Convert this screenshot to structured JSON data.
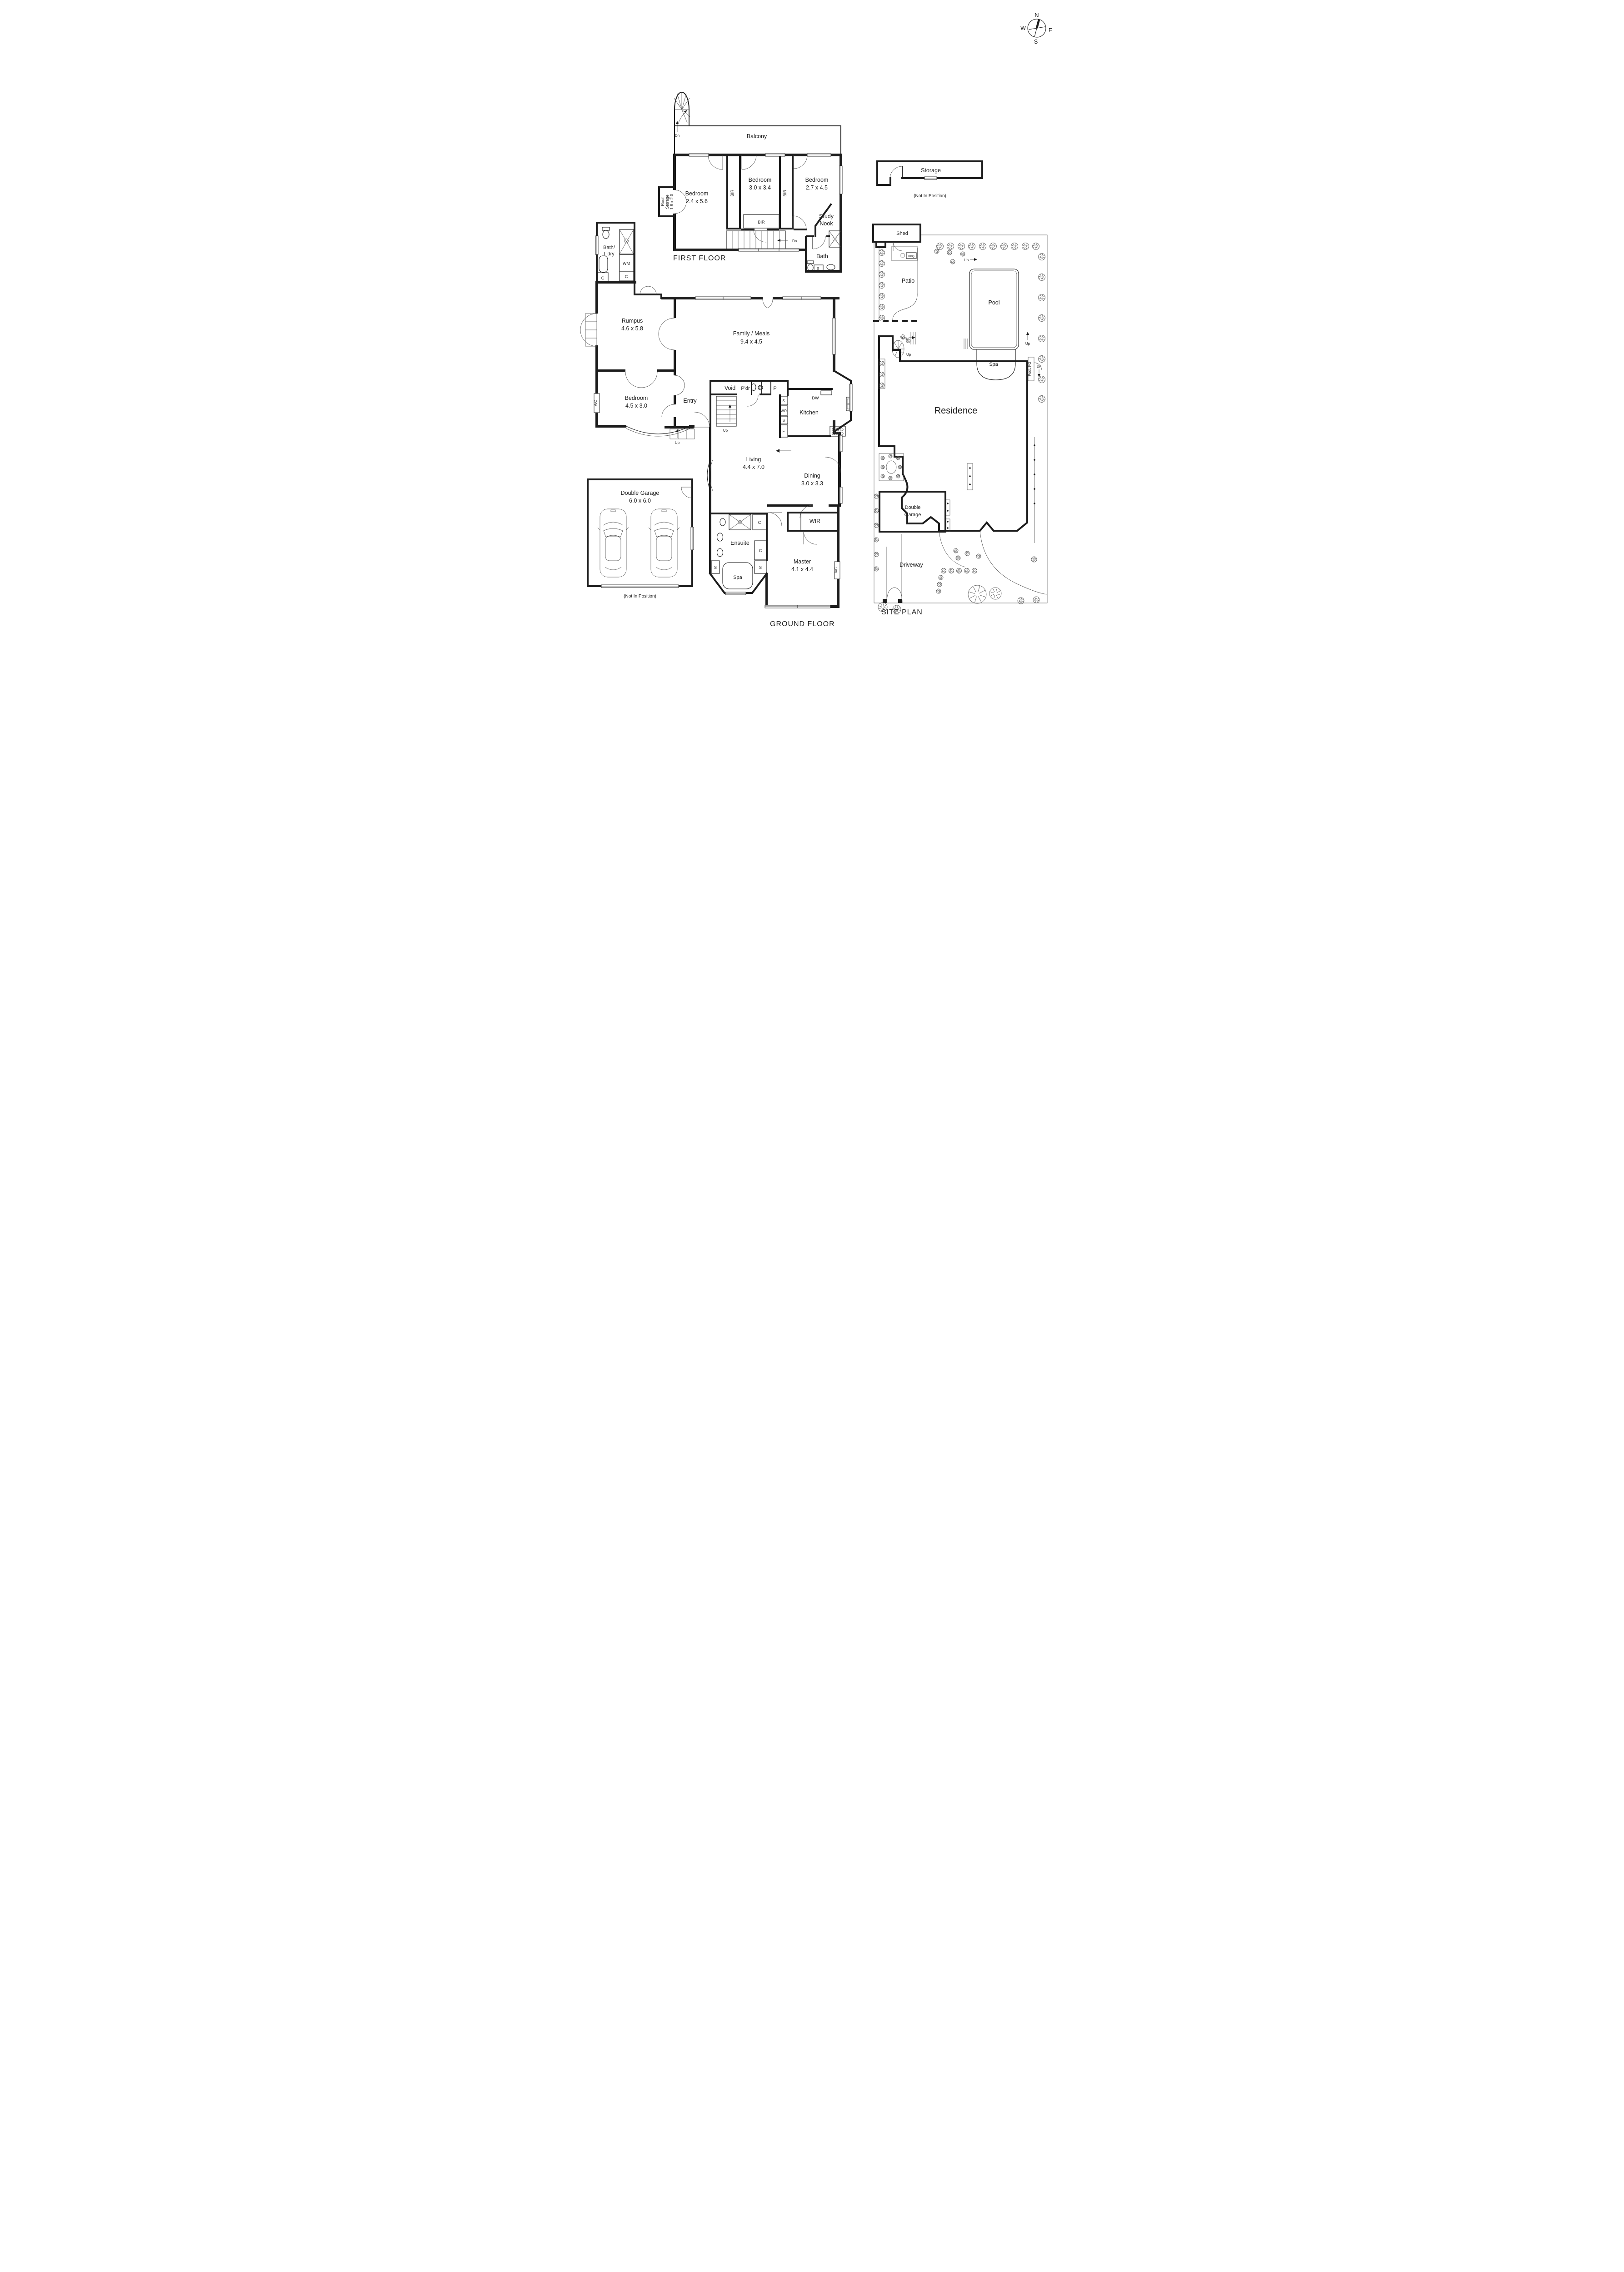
{
  "page": {
    "background": "#ffffff",
    "line_color": "#1c1c1c"
  },
  "compass": {
    "n": "N",
    "e": "E",
    "s": "S",
    "w": "W"
  },
  "ff": {
    "title": "FIRST FLOOR",
    "balcony": "Balcony",
    "dn_spiral": "Dn",
    "dn_stairs": "Dn",
    "roof1": "Roof",
    "roof2": "Storage",
    "roof3": "1.8 x 2.0",
    "bed1": "Bedroom",
    "bed1d": "2.4 x 5.6",
    "bed2": "Bedroom",
    "bed2d": "3.0 x 3.4",
    "bed3": "Bedroom",
    "bed3d": "2.7 x 4.5",
    "bir1": "BIR",
    "bir2": "BIR",
    "bir3": "BIR",
    "study1": "Study",
    "study2": "Nook",
    "bath": "Bath",
    "s": "S"
  },
  "annex": {
    "label": "Storage",
    "note": "(Not In Position)"
  },
  "gf": {
    "title": "GROUND FLOOR",
    "bath1": "Bath/",
    "bath2": "L'dry",
    "wm": "WM",
    "c1": "C",
    "c2": "C",
    "rumpus": "Rumpus",
    "rumpusd": "4.6 x 5.8",
    "family": "Family / Meals",
    "familyd": "9.4 x 4.5",
    "bed": "Bedroom",
    "bedd": "4.5 x 3.0",
    "ac1": "A/C",
    "entry": "Entry",
    "up1": "Up",
    "void": "Void",
    "pdr": "P'dr",
    "p": "P",
    "up2": "Up",
    "kitchen": "Kitchen",
    "dw": "DW",
    "s1": "S",
    "wo": "WO",
    "s2": "S",
    "f": "F",
    "living": "Living",
    "livingd": "4.4 x 7.0",
    "dining": "Dining",
    "diningd": "3.0 x 3.3",
    "wir": "WIR",
    "ensuite": "Ensuite",
    "c3": "C",
    "c4": "C",
    "s3": "S",
    "s4": "S",
    "spa": "Spa",
    "master": "Master",
    "masterd": "4.1 x 4.4",
    "ac2": "A/C",
    "garage": "Double Garage",
    "garaged": "6.0 x 6.0",
    "note": "(Not In Position)"
  },
  "site": {
    "title": "SITE PLAN",
    "shed": "Shed",
    "bbq": "BBQ",
    "patio": "Patio",
    "pool": "Pool",
    "spa": "Spa",
    "residence": "Residence",
    "garage1": "Double",
    "garage2": "Garage",
    "driveway": "Driveway",
    "poolfg": "PooL FG",
    "up_steps": "Up",
    "up_spiral": "Up",
    "up_fence": "Up",
    "dn_steps": "Dn",
    "dn_gate": "Dn"
  }
}
